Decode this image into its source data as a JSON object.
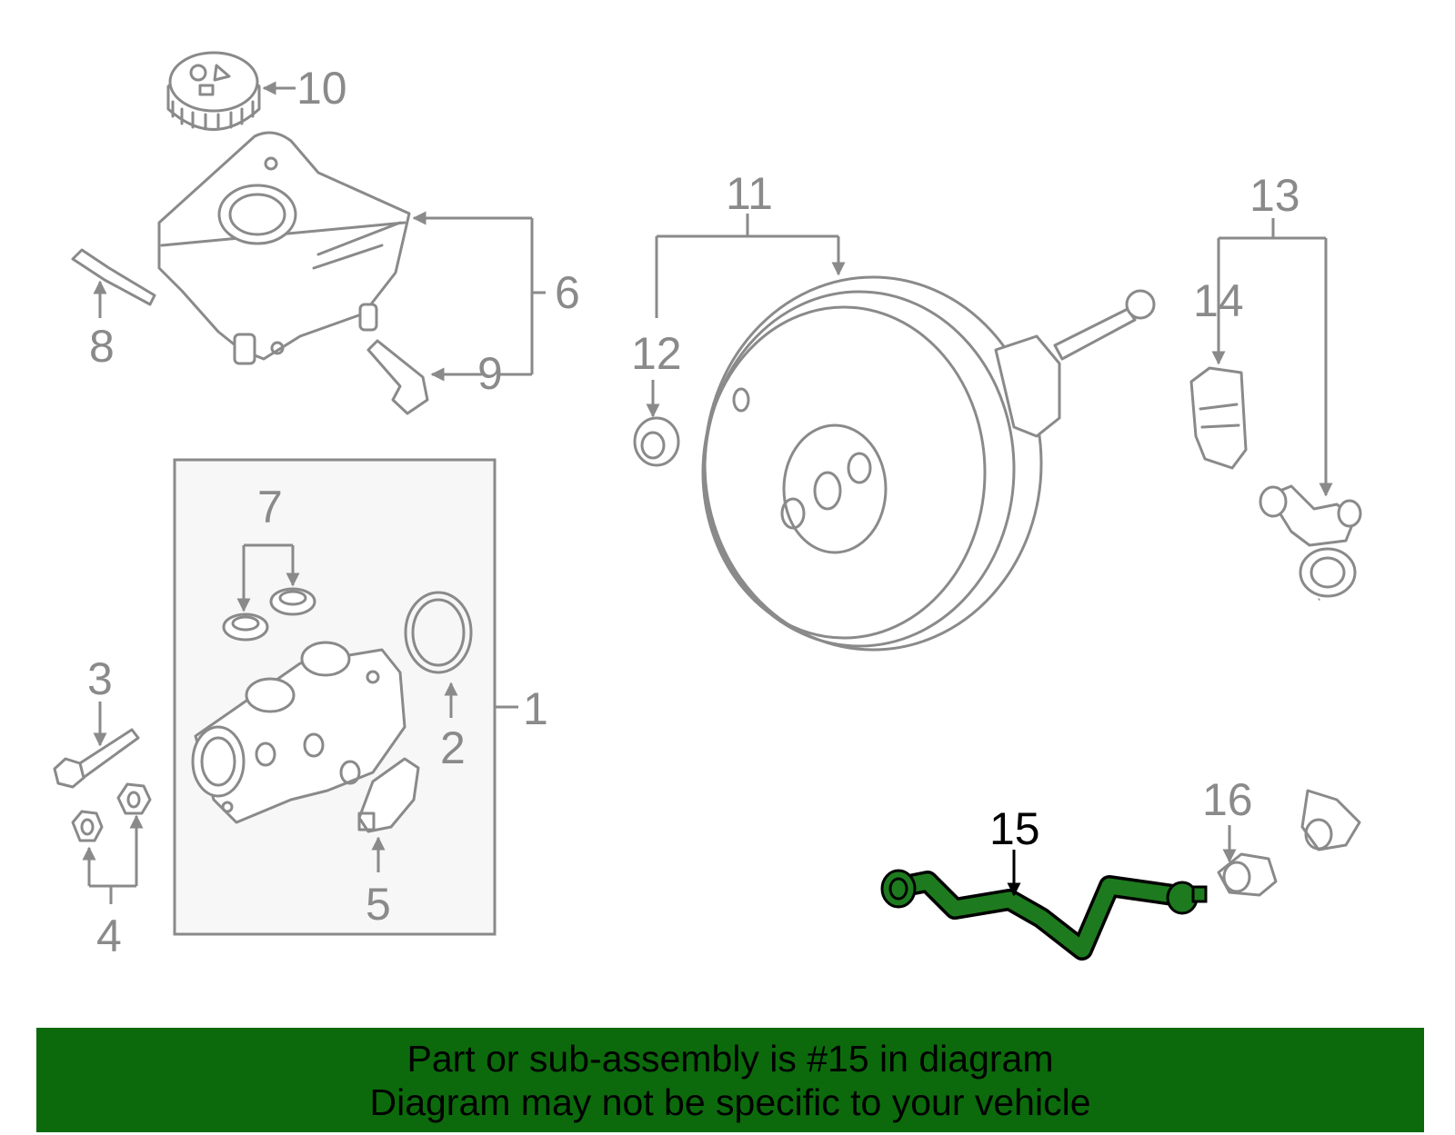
{
  "diagram": {
    "highlight_color": "#1e7a1e",
    "line_color": "#8a8a8a",
    "labels": {
      "p1": "1",
      "p2": "2",
      "p3": "3",
      "p4": "4",
      "p5": "5",
      "p6": "6",
      "p7": "7",
      "p8": "8",
      "p9": "9",
      "p10": "10",
      "p11": "11",
      "p12": "12",
      "p13": "13",
      "p14": "14",
      "p15": "15",
      "p16": "16"
    }
  },
  "banner": {
    "background": "#0c6a0c",
    "line1": "Part or sub-assembly is #15 in diagram",
    "line2": "Diagram may not be specific to your vehicle"
  }
}
